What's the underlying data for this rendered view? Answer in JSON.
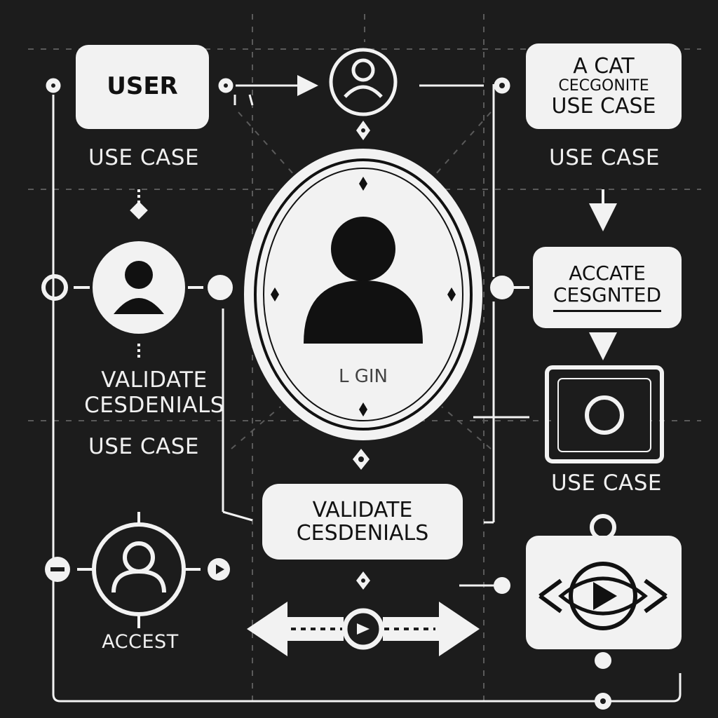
{
  "colors": {
    "background": "#1c1c1c",
    "ink": "#f2f2f2",
    "dark": "#111111",
    "dashed_line": "#5a5a5a"
  },
  "nodes": {
    "user_box": {
      "text": "USER"
    },
    "top_right_box": {
      "line1": "A CAT",
      "line2": "CECGONITE",
      "line3": "USE CASE"
    },
    "right_middle_box": {
      "line1": "ACCATE",
      "line2": "CESGNTED"
    },
    "validate_box": {
      "line1": "VALIDATE",
      "line2": "CESDENIALS"
    },
    "login_ellipse": {
      "text": "L GIN"
    }
  },
  "labels": {
    "left_use_case_top": "USE CASE",
    "right_use_case_top": "USE CASE",
    "left_validate_line1": "VALIDATE",
    "left_validate_line2": "CESDENIALS",
    "left_use_case_bottom": "USE CASE",
    "right_use_case_bottom": "USE CASE",
    "access": "ACCEST"
  },
  "icons": [
    "user-icon-top",
    "user-icon-login",
    "user-icon-left-middle",
    "user-icon-bottom-left",
    "record-icon",
    "play-icon",
    "double-arrow-icon"
  ]
}
